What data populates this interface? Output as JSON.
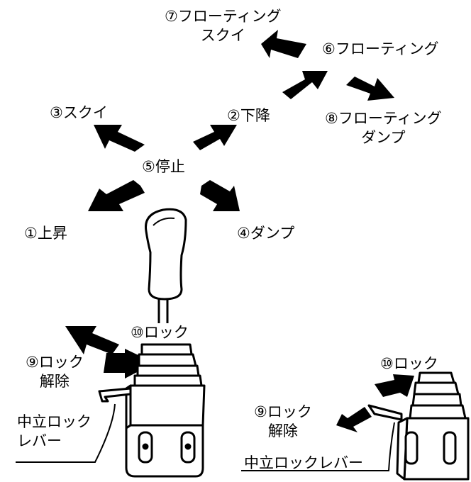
{
  "labels": {
    "floating_scoop": [
      "⑦フローティング",
      "スクイ"
    ],
    "floating": "⑥フローティング",
    "scoop": "③スクイ",
    "lower": "②下降",
    "floating_dump": [
      "⑧フローティング",
      "ダンプ"
    ],
    "stop": "⑤停止",
    "raise": "①上昇",
    "dump": "④ダンプ",
    "lock_left": "⑩ロック",
    "unlock_left": [
      "⑨ロック",
      "解除"
    ],
    "neutral_lever_left": [
      "中立ロック",
      "レバー"
    ],
    "lock_right": "⑩ロック",
    "unlock_right": [
      "⑨ロック",
      "解除"
    ],
    "neutral_lever_right": "中立ロックレバー"
  },
  "colors": {
    "ink": "#000000",
    "paper": "#ffffff"
  }
}
